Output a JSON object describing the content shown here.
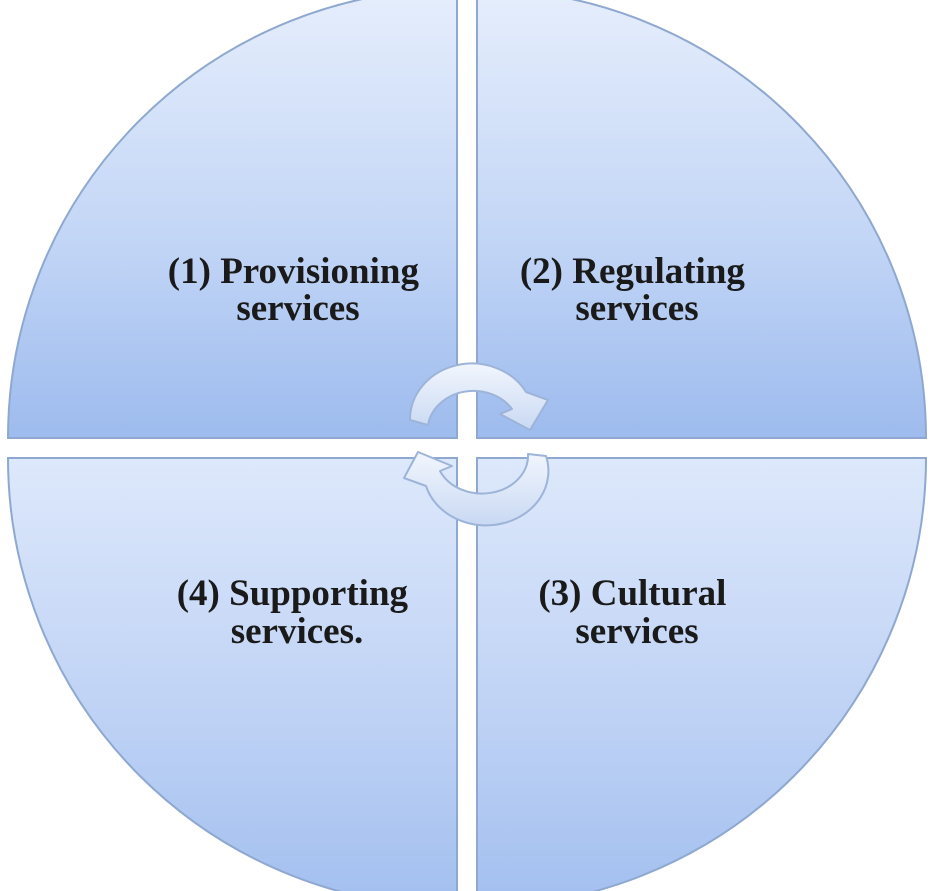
{
  "diagram": {
    "quadrants": [
      {
        "id": "provisioning",
        "line1": "(1) Provisioning",
        "line2": "services"
      },
      {
        "id": "regulating",
        "line1": "(2) Regulating",
        "line2": "services"
      },
      {
        "id": "cultural",
        "line1": "(3) Cultural",
        "line2": "services"
      },
      {
        "id": "supporting",
        "line1": "(4) Supporting",
        "line2": "services."
      }
    ],
    "colors": {
      "fill_light": "#dfe9fb",
      "fill_dark": "#9fbdee",
      "stroke": "#8fa8cf",
      "arrow_fill": "#e3ecf9",
      "arrow_stroke": "#9db4d8",
      "background": "#ffffff"
    },
    "arrow": {
      "icon": "cycle-arrows-icon",
      "direction": "clockwise"
    }
  }
}
